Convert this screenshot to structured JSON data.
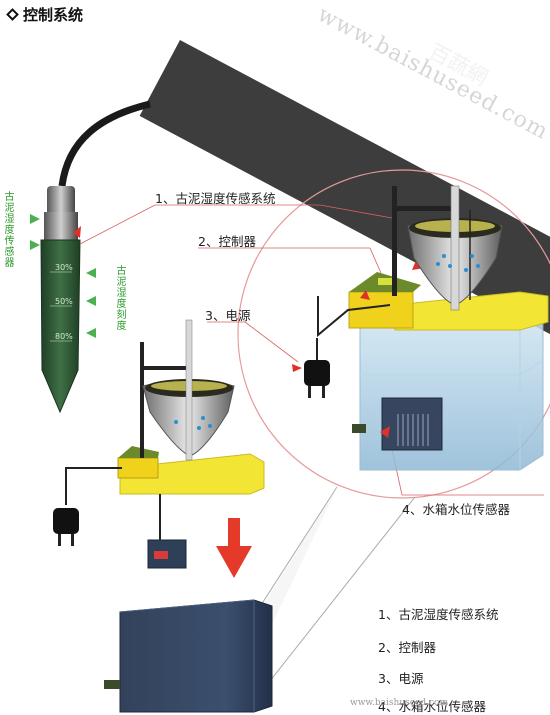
{
  "title": "控制系统",
  "watermark": {
    "url": "www.baishuseed.com",
    "brand": "百蔬網",
    "bottom_url": "www.baishuseed.com"
  },
  "probe": {
    "left_label": "古泥湿度传感器",
    "right_label": "古泥湿度刻度",
    "scale": [
      "30%",
      "50%",
      "80%"
    ]
  },
  "callouts": [
    "1、古泥湿度传感系统",
    "2、控制器",
    "3、电源",
    "4、水箱水位传感器"
  ],
  "legend": [
    "1、古泥湿度传感系统",
    "2、控制器",
    "3、电源",
    "4、水箱水位传感器"
  ],
  "colors": {
    "probe_green": "#2e5a34",
    "label_green": "#2a9a2a",
    "arrow_red": "#e0302a",
    "shelf_yellow": "#f2e534",
    "tank_blue": "#9ec6de",
    "box_navy": "#2e3f58"
  }
}
